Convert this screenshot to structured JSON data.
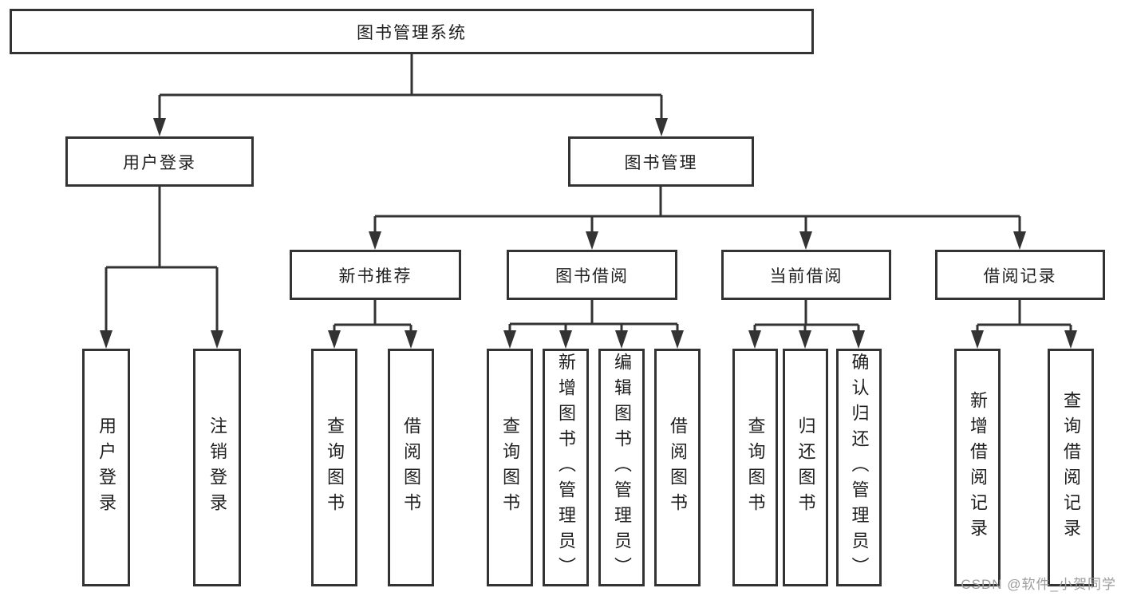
{
  "colors": {
    "line": "#333333",
    "box_border": "#333333",
    "box_fill": "#ffffff",
    "text": "#1f1f1f",
    "watermark": "#9c9c9c",
    "background": "#ffffff"
  },
  "tree": {
    "root": "图书管理系统",
    "user_login": {
      "label": "用户登录",
      "children": [
        "用户登录",
        "注销登录"
      ]
    },
    "book_management": {
      "label": "图书管理",
      "sections": {
        "new_book_recommendation": {
          "label": "新书推荐",
          "children": [
            "查询图书",
            "借阅图书"
          ]
        },
        "book_borrowing": {
          "label": "图书借阅",
          "children": [
            "查询图书",
            "新增图书（管理员）",
            "编辑图书（管理员）",
            "借阅图书"
          ]
        },
        "current_borrowing": {
          "label": "当前借阅",
          "children": [
            "查询图书",
            "归还图书",
            "确认归还（管理员）"
          ]
        },
        "borrowing_records": {
          "label": "借阅记录",
          "children": [
            "新增借阅记录",
            "查询借阅记录"
          ]
        }
      }
    }
  },
  "watermark": "CSDN @软件_小贺同学"
}
